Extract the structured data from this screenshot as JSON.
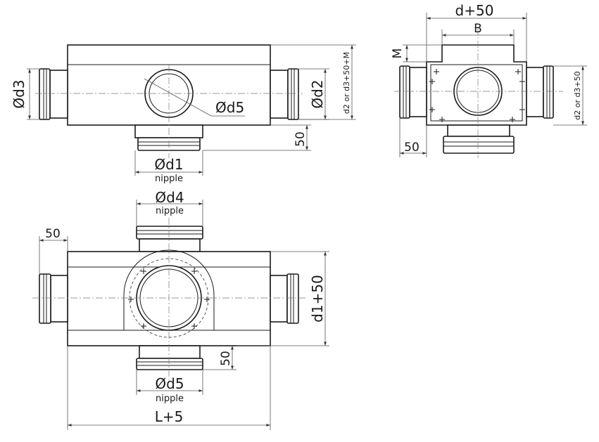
{
  "top_view": {
    "d3_label": "Ød3",
    "d2_label": "Ød2",
    "d5_label": "Ød5",
    "d1_label": "Ød1",
    "d1_sub": "nipple",
    "height_label": "d2 or d3+50+M",
    "offset_label": "50"
  },
  "side_view": {
    "width_label": "d+50",
    "b_label": "B",
    "m_label": "M",
    "height_label": "d2 or d3+50",
    "offset_label": "50"
  },
  "front_view": {
    "d4_label": "Ød4",
    "d4_sub": "nipple",
    "left_offset_label": "50",
    "height_label": "d1+50",
    "bottom_offset_label": "50",
    "d5_label": "Ød5",
    "d5_sub": "nipple",
    "length_label": "L+5"
  }
}
